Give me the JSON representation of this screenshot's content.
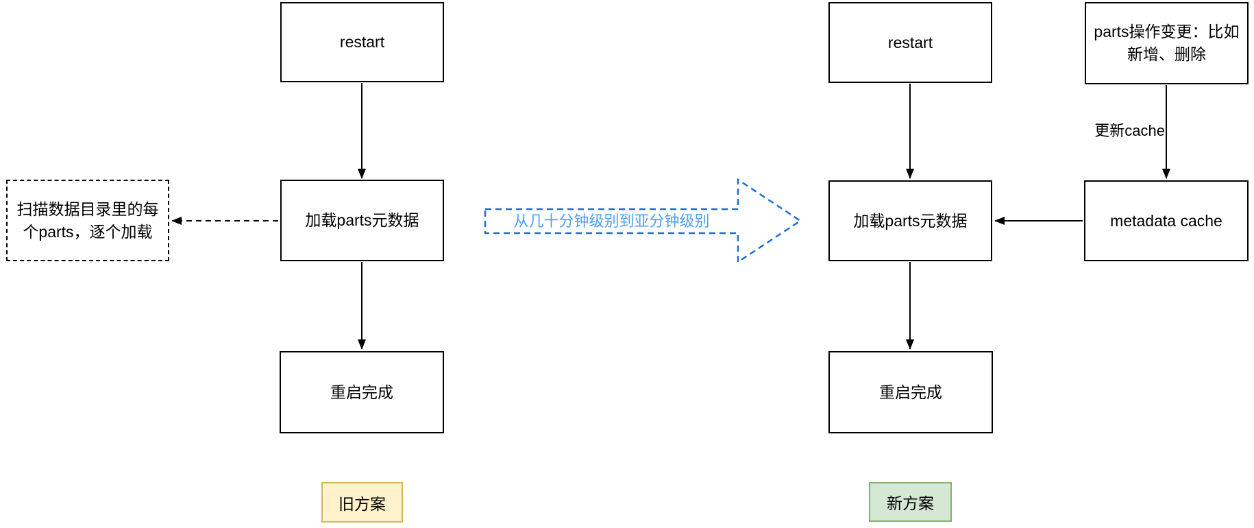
{
  "diagram": {
    "old": {
      "badge": "旧方案",
      "restart": "restart",
      "load_parts": "加载parts元数据",
      "restart_done": "重启完成",
      "scan_note": "扫描数据目录里的每\n个parts，逐个加载"
    },
    "new": {
      "badge": "新方案",
      "restart": "restart",
      "load_parts": "加载parts元数据",
      "restart_done": "重启完成",
      "parts_change": "parts操作变更：比如\n新增、删除",
      "update_cache": "更新cache",
      "metadata_cache": "metadata cache"
    },
    "transition": {
      "label": "从几十分钟级别到亚分钟级别"
    }
  },
  "colors": {
    "node_border": "#000000",
    "node_fill": "#FFFFFF",
    "old_badge_fill": "#FFF2CC",
    "old_badge_border": "#D6B656",
    "new_badge_fill": "#D5E8D4",
    "new_badge_border": "#82B366",
    "transition_stroke": "#1B6ED8",
    "transition_text": "#4DA0F5"
  }
}
